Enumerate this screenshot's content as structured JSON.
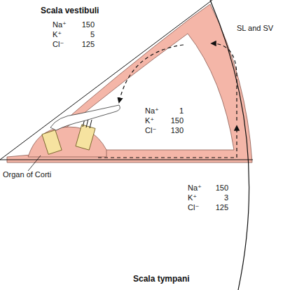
{
  "diagram": {
    "labels": [
      "Scala vestibuli",
      "Na⁺",
      "150",
      "K⁺",
      "5",
      "Cl⁻",
      "125",
      "SL and SV",
      "Na⁺",
      "1",
      "K⁺",
      "150",
      "Cl⁻",
      "130",
      "Organ of Corti",
      "Na⁺",
      "150",
      "K⁺",
      "3",
      "Cl⁻",
      "125",
      "Scala tympani"
    ]
  }
}
